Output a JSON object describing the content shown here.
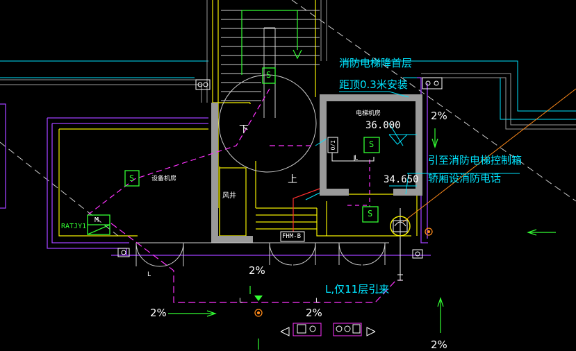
{
  "colors": {
    "background": "#000000",
    "wall_fill": "#9a9a9a",
    "outline_purple": "#a040ff",
    "outline_yellow": "#f4f000",
    "cyan": "#00e5ff",
    "green": "#33ff33",
    "magenta": "#ff33ff",
    "red": "#ff3030",
    "white": "#ffffff",
    "orange": "#ff8a1a"
  },
  "annotations": {
    "note_elevator_line1": "消防电梯降首层",
    "note_elevator_line2": "距顶0.3米安装",
    "note_panel_line1": "引至消防电梯控制箱",
    "note_panel_line2": "轿厢设消防电话",
    "note_from_floor": "L,仅11层引来"
  },
  "rooms": {
    "machine_room": "电梯机房",
    "equipment_room": "设备机房",
    "shaft": "风井"
  },
  "levels": {
    "top": "36.000",
    "bottom": "34.650"
  },
  "stairs": {
    "down": "下",
    "up": "上"
  },
  "slopes": {
    "s1": "2%",
    "s2": "2%",
    "s3": "2%",
    "s4": "2%",
    "s5": "2%"
  },
  "equipment": {
    "box_m": "M",
    "box_m_tag": "RATJY1",
    "fhm_tag": "FHM-B",
    "io_tag": "I/O",
    "s_mark": "S",
    "line_tag": "L"
  }
}
